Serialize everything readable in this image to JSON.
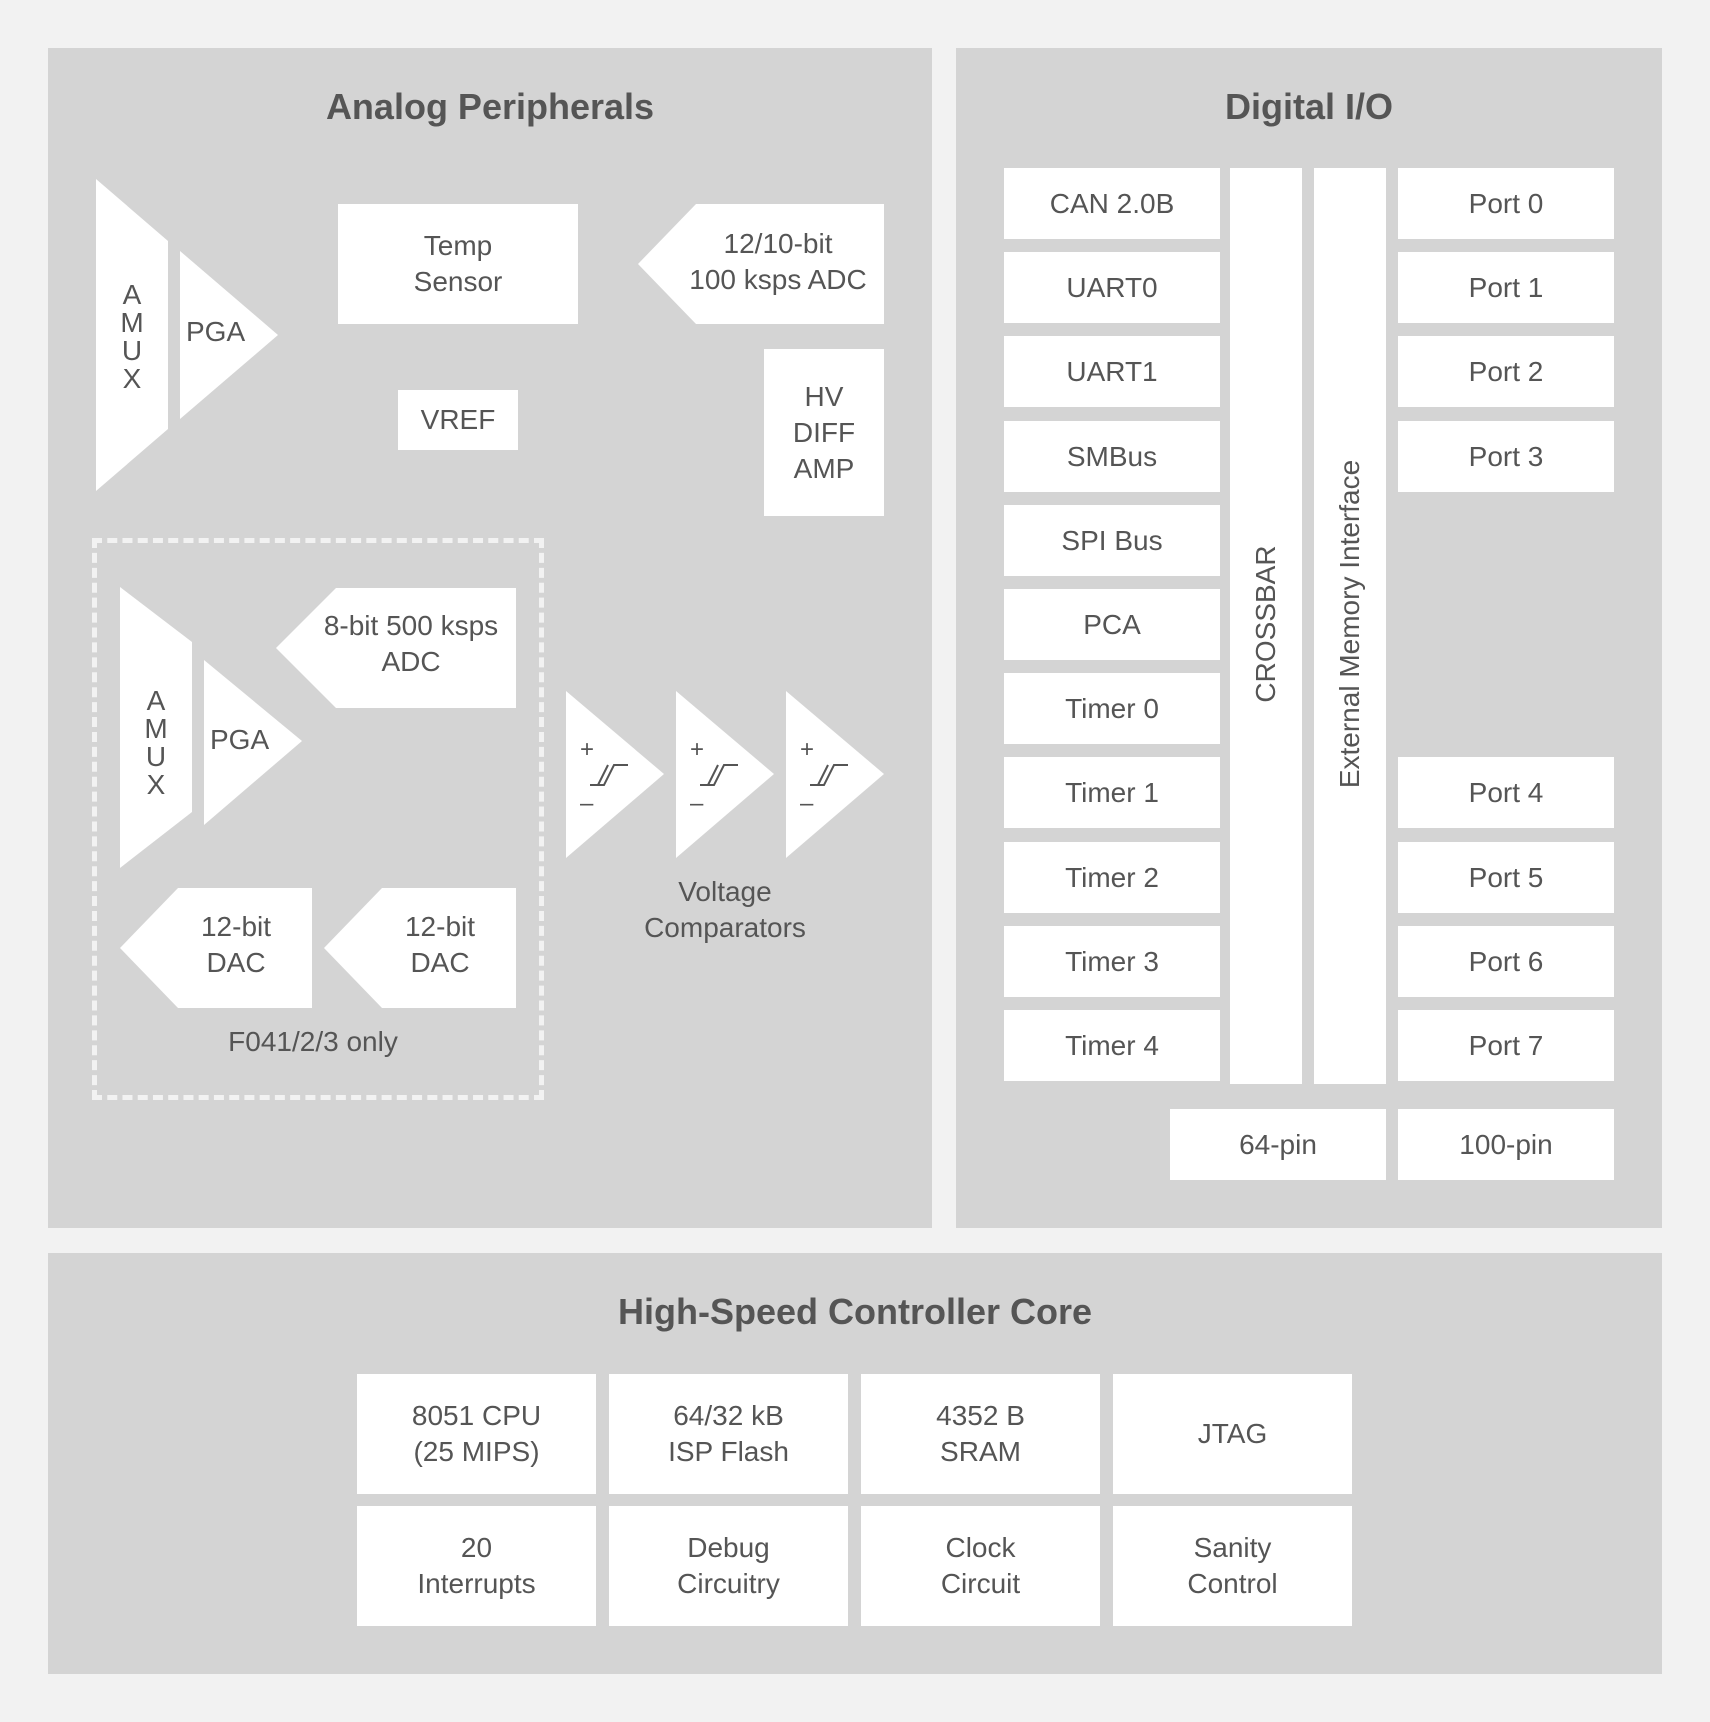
{
  "analog": {
    "title": "Analog Peripherals",
    "amux_top": "A\nM\nU\nX",
    "pga_top": "PGA",
    "temp_sensor": "Temp\nSensor",
    "adc_main": "12/10-bit\n100 ksps ADC",
    "vref": "VREF",
    "hv_diff_amp": "HV\nDIFF\nAMP",
    "amux_bottom": "A\nM\nU\nX",
    "pga_bottom": "PGA",
    "adc_8bit": "8-bit 500 ksps\nADC",
    "dac1": "12-bit\nDAC",
    "dac2": "12-bit\nDAC",
    "optional_group_label": "F041/2/3 only",
    "comparator_plus": "+",
    "comparator_minus": "–",
    "comparators_label": "Voltage\nComparators"
  },
  "digital": {
    "title": "Digital I/O",
    "peripherals": [
      "CAN 2.0B",
      "UART0",
      "UART1",
      "SMBus",
      "SPI Bus",
      "PCA",
      "Timer 0",
      "Timer 1",
      "Timer 2",
      "Timer 3",
      "Timer 4"
    ],
    "crossbar": "CROSSBAR",
    "emif": "External Memory Interface",
    "ports_upper": [
      "Port 0",
      "Port 1",
      "Port 2",
      "Port 3"
    ],
    "ports_lower": [
      "Port 4",
      "Port 5",
      "Port 6",
      "Port 7"
    ],
    "pin_64": "64-pin",
    "pin_100": "100-pin"
  },
  "core": {
    "title": "High-Speed Controller Core",
    "blocks": [
      "8051 CPU\n(25 MIPS)",
      "64/32 kB\nISP Flash",
      "4352 B\nSRAM",
      "JTAG",
      "20\nInterrupts",
      "Debug\nCircuitry",
      "Clock\nCircuit",
      "Sanity\nControl"
    ]
  }
}
